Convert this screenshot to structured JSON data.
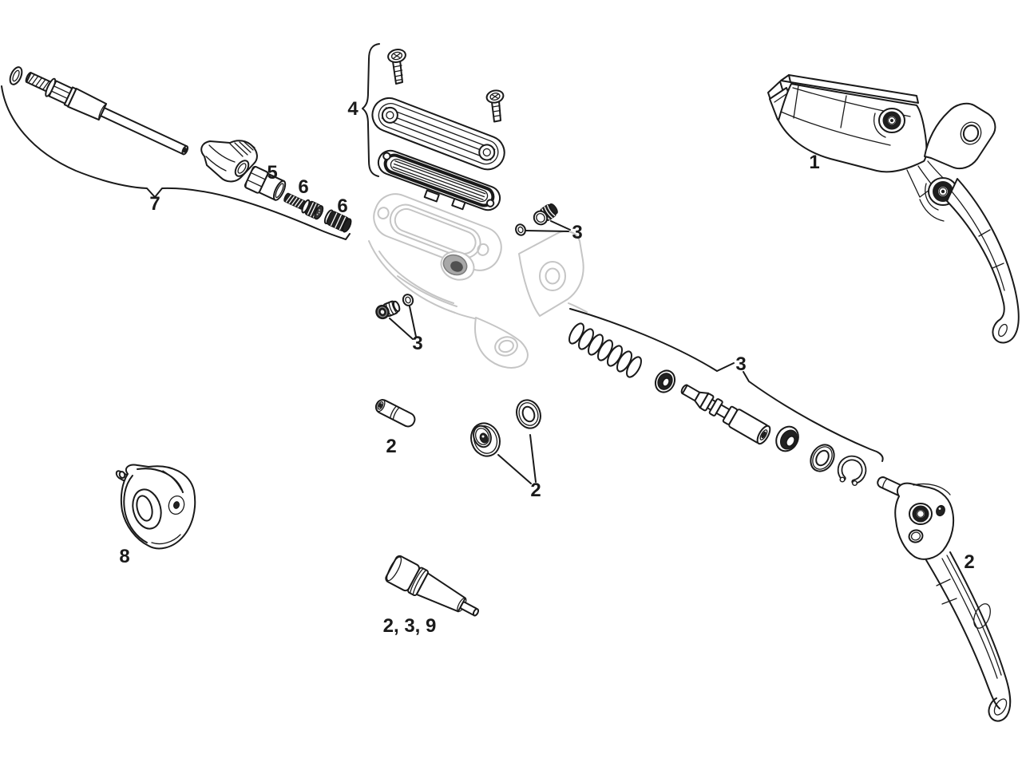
{
  "diagram": {
    "type": "exploded-parts-diagram",
    "subject": "Hydraulic disc brake lever assembly",
    "background_color": "#ffffff",
    "line_color": "#1a1a1a",
    "ghost_color": "#c5c5c5",
    "dark_fill_color": "#222222"
  },
  "callouts": [
    {
      "part": "lever-body-assembly",
      "text": "1"
    },
    {
      "part": "lever-blade",
      "text": "2"
    },
    {
      "part": "pivot-pin",
      "text": "2"
    },
    {
      "part": "pivot-bushings",
      "text": "2"
    },
    {
      "part": "bleed-screw-oring-upper",
      "text": "3"
    },
    {
      "part": "bleed-screw-oring-lower",
      "text": "3"
    },
    {
      "part": "piston-spring-kit",
      "text": "3"
    },
    {
      "part": "reservoir-cover-bladder-screws",
      "text": "4"
    },
    {
      "part": "hose-compression-nut",
      "text": "5"
    },
    {
      "part": "compression-screw-barb",
      "text": "6"
    },
    {
      "part": "compression-olive",
      "text": "6"
    },
    {
      "part": "hose-assembly",
      "text": "7"
    },
    {
      "part": "handlebar-clamp",
      "text": "8"
    },
    {
      "part": "service-tool",
      "text": "2, 3, 9"
    }
  ]
}
